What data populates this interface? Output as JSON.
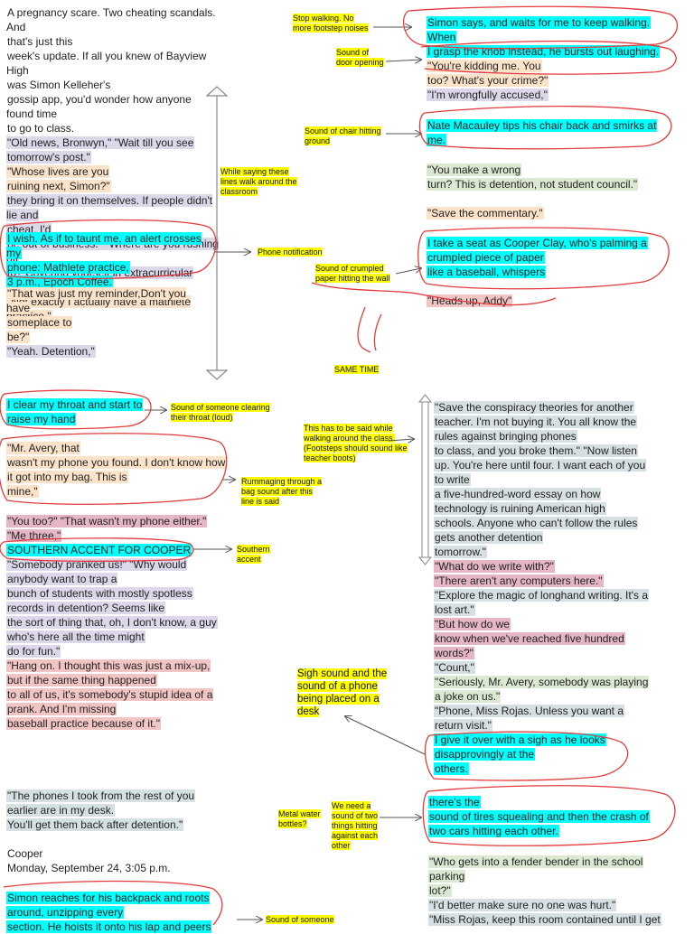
{
  "colors": {
    "purple": "#ddd7ea",
    "peach": "#fbe3c9",
    "gray": "#d6e0e3",
    "green": "#dbe9d3",
    "cyan": "#00ffff",
    "pink": "#e5b6c4",
    "rose": "#f2c5c5",
    "note": "#ffff00",
    "circle": "#e23b3b"
  },
  "left_top": [
    {
      "t": "A pregnancy scare. Two cheating scandals. And",
      "c": "none"
    },
    {
      "t": "that's just this",
      "c": "none"
    },
    {
      "t": "week's update. If all you knew of Bayview High",
      "c": "none"
    },
    {
      "t": "was Simon Kelleher's",
      "c": "none"
    },
    {
      "t": "gossip app, you'd wonder how anyone found time",
      "c": "none"
    },
    {
      "t": "to go to class.",
      "c": "none"
    },
    {
      "t": "\"Old news, Bronwyn,\" \"Wait till you see",
      "c": "purple"
    },
    {
      "t": "tomorrow's post.\"",
      "c": "purple"
    },
    {
      "t": "\"Whose lives are you",
      "c": "peach"
    },
    {
      "t": "ruining next, Simon?\"",
      "c": "peach"
    },
    {
      "t": "they bring it on themselves. If people didn't lie and",
      "c": "purple"
    },
    {
      "t": "cheat, I'd",
      "c": "purple"
    },
    {
      "t": "be out of business.\" \"Where are you rushing off",
      "c": "purple"
    },
    {
      "t": "to? Covering yourself in extracurricular",
      "c": "purple"
    },
    {
      "t": "Glory?\"",
      "c": "purple"
    },
    {
      "t": "\"Not exactly I actually have a mathlete practice,\"",
      "c": "peach"
    }
  ],
  "left_top2": [
    {
      "t": "I wish. As if to taunt me, an alert crosses my",
      "c": "cyan"
    },
    {
      "t": "phone: Mathlete practice,",
      "c": "cyan"
    },
    {
      "t": "3 p.m., Epoch Coffee.",
      "c": "cyan"
    }
  ],
  "left_top3": [
    {
      "t": "\"That was just my reminder,Don't you have",
      "c": "peach"
    },
    {
      "t": "someplace to",
      "c": "peach"
    },
    {
      "t": "be?\"",
      "c": "peach"
    },
    {
      "t": "\"Yeah. Detention,\"",
      "c": "purple"
    }
  ],
  "right_top1": [
    {
      "t": "Simon says, and waits for me to keep walking.",
      "c": "cyan"
    },
    {
      "t": "When",
      "c": "cyan"
    },
    {
      "t": "I grasp the knob instead, he bursts out laughing.",
      "c": "cyan"
    },
    {
      "t": "\"You're kidding me. You",
      "c": "peach"
    },
    {
      "t": "too? What's your crime?\"",
      "c": "peach"
    },
    {
      "t": "\"I'm wrongfully accused,\"",
      "c": "purple"
    }
  ],
  "right_top2": [
    {
      "t": "Nate Macauley tips his chair back and smirks at",
      "c": "cyan"
    },
    {
      "t": "me.",
      "c": "cyan"
    }
  ],
  "right_top3": [
    {
      "t": "\"You make a wrong",
      "c": "green"
    },
    {
      "t": "turn? This is detention, not student council.\"",
      "c": "green"
    }
  ],
  "right_top4": [
    {
      "t": "\"Save the commentary.\"",
      "c": "peach"
    }
  ],
  "right_top5": [
    {
      "t": "I take a seat as Cooper Clay, who's palming a",
      "c": "cyan"
    },
    {
      "t": "crumpled piece of paper",
      "c": "cyan"
    },
    {
      "t": "like a baseball, whispers",
      "c": "cyan"
    }
  ],
  "right_top6": [
    {
      "t": "\"Heads up, Addy\"",
      "c": "rose"
    }
  ],
  "left_mid1": [
    {
      "t": "I clear my throat and start to",
      "c": "cyan"
    },
    {
      "t": "raise my hand",
      "c": "cyan"
    }
  ],
  "left_mid2": [
    {
      "t": "\"Mr. Avery, that",
      "c": "peach"
    },
    {
      "t": "wasn't my phone you found. I don't know how",
      "c": "peach"
    },
    {
      "t": "it got into my bag. This is",
      "c": "peach"
    },
    {
      "t": "mine,\"",
      "c": "peach"
    }
  ],
  "left_mid3": [
    {
      "t": "\"You too?\" \"That wasn't my phone either.\"",
      "c": "pink"
    },
    {
      "t": "\"Me three,\"",
      "c": "pink"
    },
    {
      "t": "SOUTHERN ACCENT FOR COOPER",
      "c": "cyan"
    },
    {
      "t": " \"Somebody pranked us!\" \"Why would",
      "c": "purple"
    },
    {
      "t": "anybody want to trap a",
      "c": "purple"
    },
    {
      "t": "bunch of students with mostly spotless",
      "c": "purple"
    },
    {
      "t": "records in detention? Seems like",
      "c": "purple"
    },
    {
      "t": "the sort of thing that, oh, I don't know, a guy",
      "c": "purple"
    },
    {
      "t": "who's here all the time might",
      "c": "purple"
    },
    {
      "t": "do for fun.\"",
      "c": "purple"
    },
    {
      "t": "\"Hang on. I thought this was just a mix-up,",
      "c": "rose"
    },
    {
      "t": "but if the same thing happened",
      "c": "rose"
    },
    {
      "t": "to all of us, it's somebody's stupid idea of a",
      "c": "rose"
    },
    {
      "t": "prank. And I'm missing",
      "c": "rose"
    },
    {
      "t": "baseball practice because of it.\"",
      "c": "rose"
    }
  ],
  "left_bot1": [
    {
      "t": "\"The phones I took from the rest of you",
      "c": "gray"
    },
    {
      "t": "earlier are in my desk.",
      "c": "gray"
    },
    {
      "t": "You'll get them back after detention.\"",
      "c": "gray"
    }
  ],
  "left_bot2": [
    {
      "t": "Cooper",
      "c": "none"
    },
    {
      "t": "Monday, September 24, 3:05 p.m.",
      "c": "none"
    }
  ],
  "left_bot3": [
    {
      "t": "Simon reaches for his backpack and roots",
      "c": "cyan"
    },
    {
      "t": "around, unzipping every",
      "c": "cyan"
    },
    {
      "t": "section. He hoists it onto his lap and peers",
      "c": "cyan"
    }
  ],
  "right_mid1": [
    {
      "t": "\"Save the conspiracy theories for another",
      "c": "gray"
    },
    {
      "t": "teacher. I'm not buying it. You all know the",
      "c": "gray"
    },
    {
      "t": "rules against bringing phones",
      "c": "gray"
    },
    {
      "t": "to class, and you broke them.\"  \"Now listen",
      "c": "gray"
    },
    {
      "t": "up. You're here until four. I want each of you",
      "c": "gray"
    },
    {
      "t": "to write",
      "c": "gray"
    },
    {
      "t": "a five-hundred-word essay on how",
      "c": "gray"
    },
    {
      "t": "technology is ruining American high",
      "c": "gray"
    },
    {
      "t": "schools. Anyone who can't follow the rules",
      "c": "gray"
    },
    {
      "t": "gets another detention",
      "c": "gray"
    },
    {
      "t": "tomorrow.\"",
      "c": "gray"
    },
    {
      "t": "\"What do we write with?\"",
      "c": "pink"
    },
    {
      "t": "\"There aren't any computers here.\"",
      "c": "pink"
    },
    {
      "t": "\"Explore the magic of longhand writing. It's a",
      "c": "gray"
    },
    {
      "t": "lost art.\"",
      "c": "gray"
    },
    {
      "t": "\"But how do we",
      "c": "pink"
    },
    {
      "t": "know when we've reached five hundred",
      "c": "pink"
    },
    {
      "t": "words?\"",
      "c": "pink"
    },
    {
      "t": "\"Count,\"",
      "c": "gray"
    },
    {
      "t": "\"Seriously, Mr. Avery, somebody was playing",
      "c": "green"
    },
    {
      "t": "a joke on us.\"",
      "c": "green"
    },
    {
      "t": "\"Phone, Miss Rojas. Unless you want a",
      "c": "gray"
    },
    {
      "t": "return visit.\"",
      "c": "gray"
    },
    {
      "t": "I give it over with a sigh as he looks",
      "c": "cyan"
    },
    {
      "t": "disapprovingly at the",
      "c": "cyan"
    },
    {
      "t": "others.",
      "c": "cyan"
    }
  ],
  "right_bot1": [
    {
      "t": "there's the",
      "c": "cyan"
    },
    {
      "t": "sound of tires squealing and then the crash of",
      "c": "cyan"
    },
    {
      "t": "two cars hitting each other.",
      "c": "cyan"
    }
  ],
  "right_bot2": [
    {
      "t": "\"Who gets into a fender bender in the school",
      "c": "green"
    },
    {
      "t": "parking",
      "c": "green"
    },
    {
      "t": "lot?\"",
      "c": "green"
    },
    {
      "t": "\"I'd better make sure no one was hurt.\"",
      "c": "gray"
    },
    {
      "t": "\"Miss Rojas, keep this room contained until I get",
      "c": "gray"
    }
  ],
  "notes": {
    "stop_walking": [
      "Stop walking. No",
      "more footstep noises"
    ],
    "door": [
      "Sound of",
      "door opening"
    ],
    "chair": [
      "Sound of chair hitting",
      "ground"
    ],
    "walk_around": [
      "While saying these",
      "lines walk around the",
      "classroom"
    ],
    "phone_notif": [
      "Phone notification"
    ],
    "crumpled": [
      "Sound of crumpled",
      "paper hitting the wall"
    ],
    "same_time": [
      "SAME TIME"
    ],
    "throat": [
      "Sound of someone clearing",
      "their throat (loud)"
    ],
    "walking_class": [
      "This has to be said while",
      "walking around the class.",
      "(Footsteps should sound like",
      "teacher boots)"
    ],
    "rummaging": [
      "Rummaging through a",
      "bag sound after this",
      "line is said"
    ],
    "southern": [
      "Southern",
      "accent"
    ],
    "sigh": [
      "Sigh sound and the",
      "sound of a phone",
      "being placed on a",
      "desk"
    ],
    "metal": [
      "Metal water",
      "bottles?"
    ],
    "two_things": [
      "We need a",
      "sound of two",
      "things hitting",
      "against each",
      "other"
    ],
    "someone": [
      "Sound of someone"
    ]
  }
}
